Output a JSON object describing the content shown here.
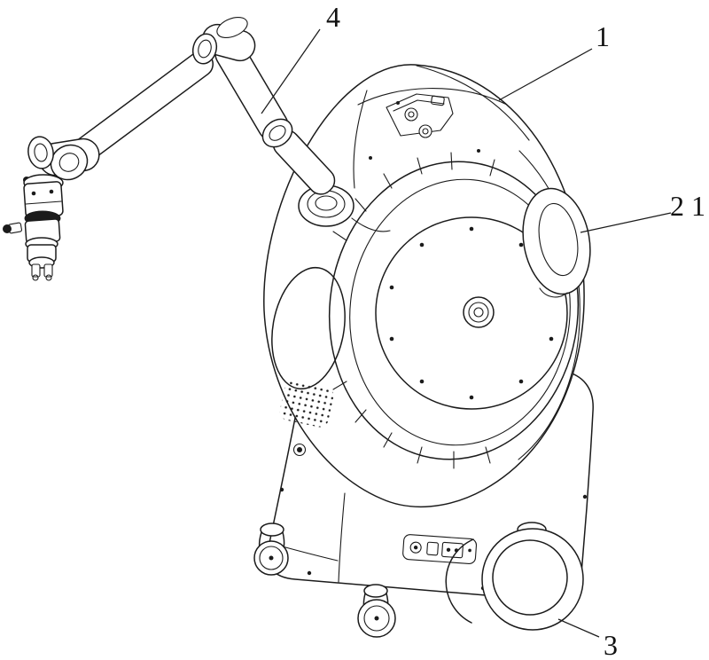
{
  "figure": {
    "type": "patent-line-drawing",
    "description": "Line drawing of a mobile robot: articulated robotic arm mounted on an egg-shaped wheeled cart body, with reference numerals and leader lines",
    "colors": {
      "line": "#1b1b1b",
      "background": "#ffffff",
      "fill": "#ffffff"
    },
    "labels": [
      {
        "id": "4",
        "text": "4",
        "points_to": "robot-arm upper link"
      },
      {
        "id": "1",
        "text": "1",
        "points_to": "main body shell"
      },
      {
        "id": "21",
        "text": "21",
        "points_to": "side handle cutout"
      },
      {
        "id": "3",
        "text": "3",
        "points_to": "main wheel"
      }
    ]
  }
}
